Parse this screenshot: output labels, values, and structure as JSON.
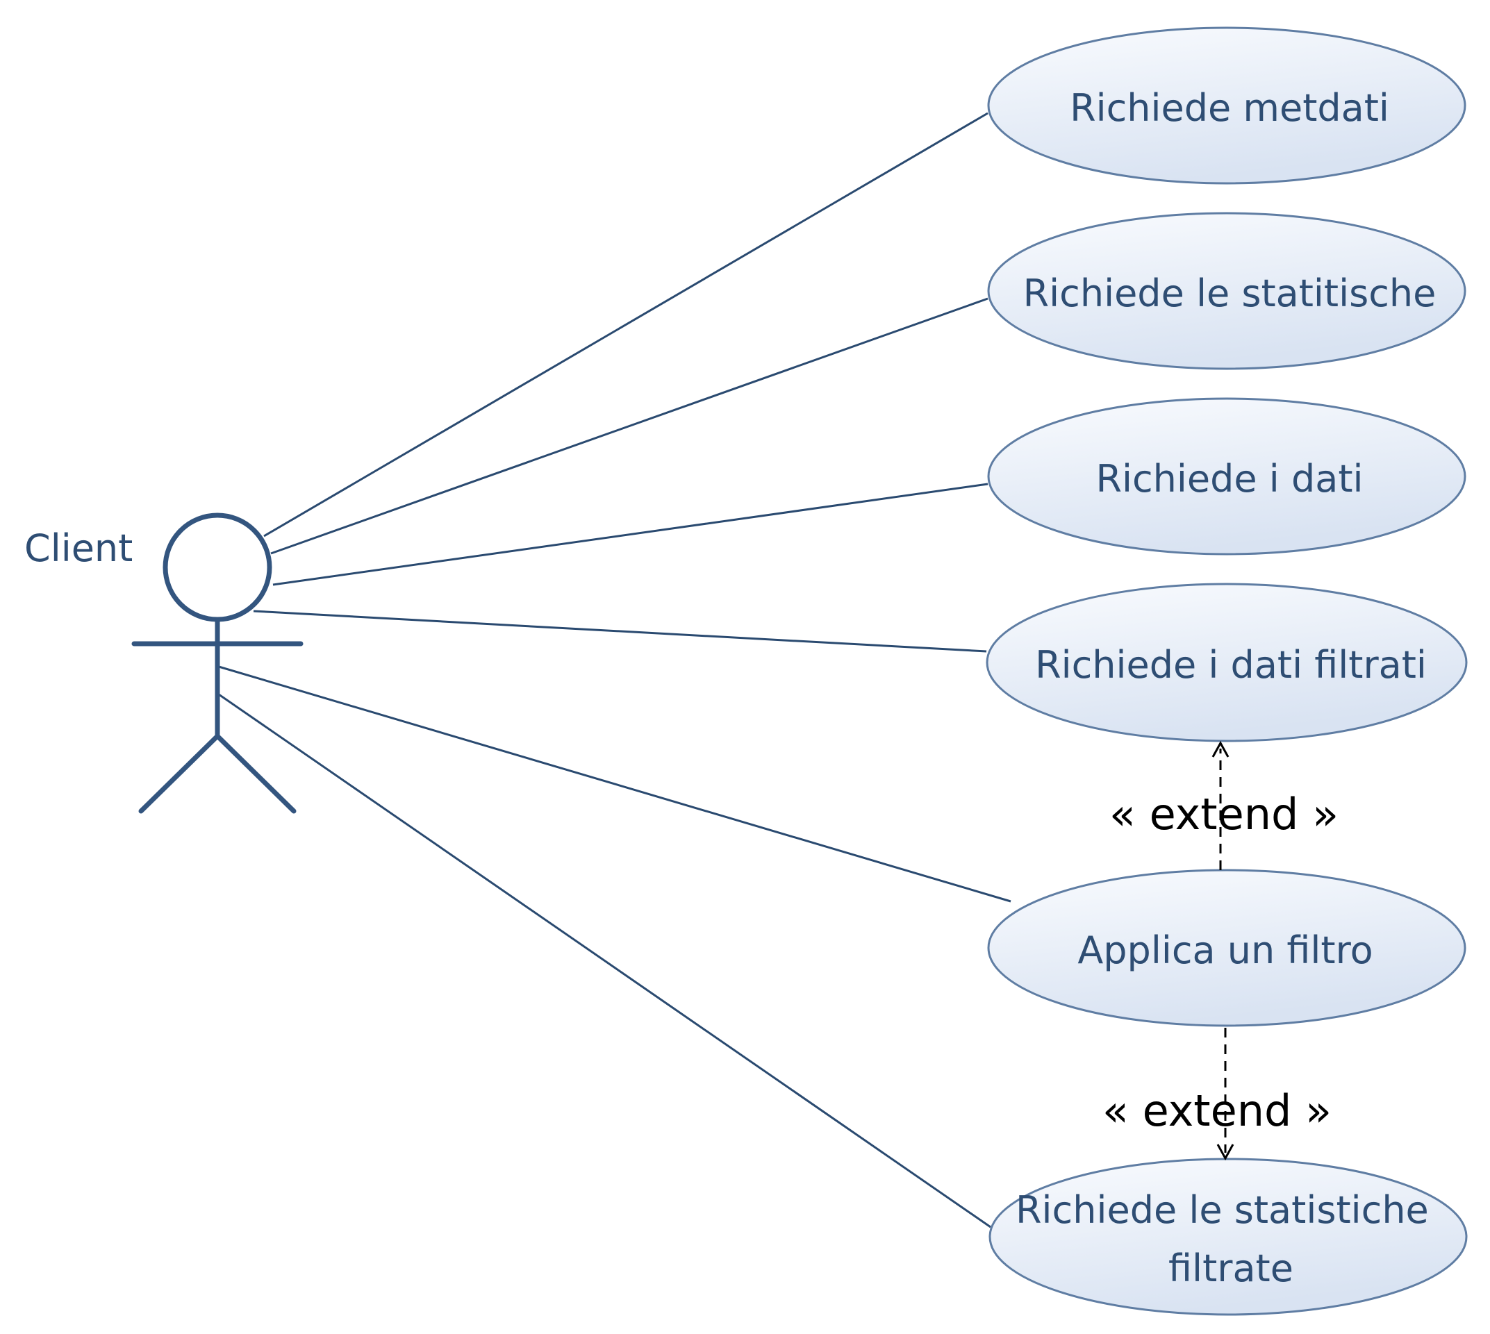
{
  "actor": {
    "name": "Client"
  },
  "use_cases": [
    {
      "lines": [
        "Richiede metdati"
      ]
    },
    {
      "lines": [
        "Richiede le statitische"
      ]
    },
    {
      "lines": [
        "Richiede i dati"
      ]
    },
    {
      "lines": [
        "Richiede i dati filtrati"
      ]
    },
    {
      "lines": [
        "Applica un filtro"
      ]
    },
    {
      "lines": [
        "Richiede le statistiche",
        "filtrate"
      ]
    }
  ],
  "relations": [
    {
      "stereotype": "« extend »"
    },
    {
      "stereotype": "« extend »"
    }
  ],
  "colors": {
    "text": "#2e4d73",
    "line": "#2a4a70",
    "ellipse_fill_top": "#f7f9fd",
    "ellipse_fill_bottom": "#dbe5f3"
  }
}
